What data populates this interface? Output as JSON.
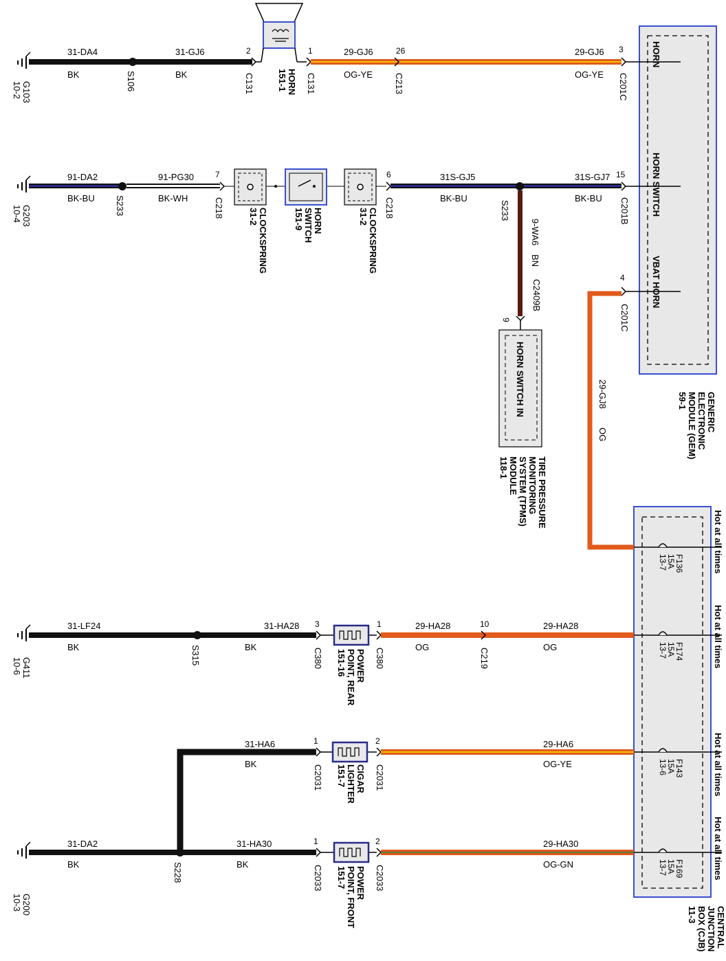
{
  "row1": {
    "ground": {
      "id": "G103",
      "ref": "10-2"
    },
    "w1": {
      "circuit": "31-DA4",
      "color": "BK"
    },
    "splice": "S106",
    "w2": {
      "circuit": "31-GJ6",
      "color": "BK"
    },
    "pin_c131_left": "2",
    "conn_c131_left": "C131",
    "horn": {
      "name": "HORN",
      "ref": "151-1"
    },
    "pin_c131_right": "1",
    "conn_c131_right": "C131",
    "w3": {
      "circuit": "29-GJ6",
      "color": "OG-YE"
    },
    "pin_c213": "26",
    "conn_c213": "C213",
    "w4": {
      "circuit": "29-GJ6",
      "color": "OG-YE"
    },
    "pin_c201c": "3",
    "conn_c201c": "C201C"
  },
  "row2": {
    "ground": {
      "id": "G203",
      "ref": "10-4"
    },
    "w1": {
      "circuit": "91-DA2",
      "color": "BK-BU"
    },
    "splice": "S233",
    "w2": {
      "circuit": "91-PG30",
      "color": "BK-WH"
    },
    "pin_c218_left": "7",
    "conn_c218_left": "C218",
    "clockspring_left": {
      "name": "CLOCKSPRING",
      "ref": "31-2"
    },
    "horn_switch": {
      "name": "HORN SWITCH",
      "ref": "151-9"
    },
    "clockspring_right": {
      "name": "CLOCKSPRING",
      "ref": "31-2"
    },
    "pin_c218_right": "6",
    "conn_c218_right": "C218",
    "w3": {
      "circuit": "31S-GJ5",
      "color": "BK-BU"
    },
    "w4": {
      "circuit": "31S-GJ7",
      "color": "BK-BU"
    },
    "pin_c201b": "15",
    "conn_c201b": "C201B",
    "branch": {
      "circuit": "9-WA6",
      "color": "BN",
      "conn": "C2409B",
      "pin": "9"
    },
    "tpms": {
      "pin_label": "HORN SWITCH IN",
      "name": "TIRE PRESSURE MONITORING SYSTEM (TPMS) MODULE",
      "ref": "118-1"
    }
  },
  "gem": {
    "pins": [
      "HORN",
      "HORN SWITCH",
      "VBAT HORN"
    ],
    "vbat_pin": "4",
    "vbat_conn": "C201C",
    "name": "GENERIC ELECTRONIC MODULE (GEM)",
    "ref": "59-1",
    "feed": {
      "circuit": "29-GJ8",
      "color": "OG"
    }
  },
  "cjb": {
    "name": "CENTRAL JUNCTION BOX (CJB)",
    "ref": "11-3",
    "hot": "Hot at all times",
    "fuses": [
      {
        "id": "F136",
        "amps": "15A",
        "ref": "13-7"
      },
      {
        "id": "F174",
        "amps": "15A",
        "ref": "13-7"
      },
      {
        "id": "F143",
        "amps": "15A",
        "ref": "13-6"
      },
      {
        "id": "F169",
        "amps": "15A",
        "ref": "13-7"
      }
    ]
  },
  "row3": {
    "ground": {
      "id": "G411",
      "ref": "10-6"
    },
    "w1": {
      "circuit": "31-LF24",
      "color": "BK"
    },
    "splice": "S315",
    "w2": {
      "circuit": "31-HA28",
      "color": "BK"
    },
    "pin_left": "3",
    "conn_left": "C380",
    "device": {
      "name": "POWER POINT, REAR",
      "ref": "151-16"
    },
    "pin_right": "1",
    "conn_right": "C380",
    "w3": {
      "circuit": "29-HA28",
      "color": "OG"
    },
    "pin_c219": "10",
    "conn_c219": "C219",
    "w4": {
      "circuit": "29-HA28",
      "color": "OG"
    }
  },
  "row4": {
    "w1": {
      "circuit": "31-HA6",
      "color": "BK"
    },
    "pin_left": "1",
    "conn_left": "C2031",
    "device": {
      "name": "CIGAR LIGHTER",
      "ref": "151-7"
    },
    "pin_right": "2",
    "conn_right": "C2031",
    "w2": {
      "circuit": "29-HA6",
      "color": "OG-YE"
    }
  },
  "row5": {
    "ground": {
      "id": "G200",
      "ref": "10-3"
    },
    "w1": {
      "circuit": "31-DA2",
      "color": "BK"
    },
    "splice": "S228",
    "w2": {
      "circuit": "31-HA30",
      "color": "BK"
    },
    "pin_left": "1",
    "conn_left": "C2033",
    "device": {
      "name": "POWER POINT, FRONT",
      "ref": "151-7"
    },
    "pin_right": "2",
    "conn_right": "C2033",
    "w3": {
      "circuit": "29-HA30",
      "color": "OG-GN"
    }
  },
  "colors": {
    "black": "#111111",
    "blue_stripe": "#2a2a8a",
    "orange": "#e25a1c",
    "yellow_stripe": "#f5c400",
    "green_stripe": "#5a7a3a",
    "brown": "#5a1a10",
    "white_stripe": "#ffffff",
    "module_fill": "#e8e8e8",
    "module_border": "#3a4fd0"
  }
}
